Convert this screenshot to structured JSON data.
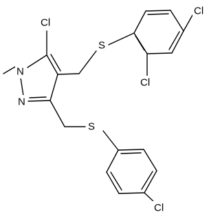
{
  "structure": {
    "atoms": {
      "cl_pyrazole": "Cl",
      "n1": "N",
      "n2": "N",
      "s_top": "S",
      "s_bottom": "S",
      "cl_top_ring_right": "Cl",
      "cl_top_ring_ortho": "Cl",
      "cl_bottom_ring": "Cl"
    }
  }
}
